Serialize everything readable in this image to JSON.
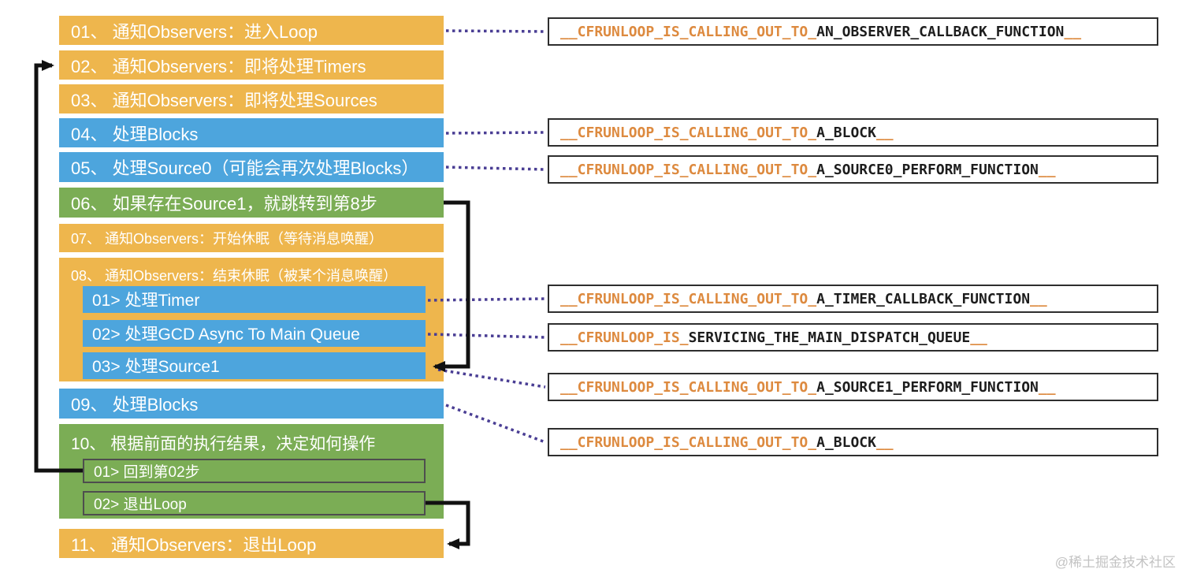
{
  "colors": {
    "step_yellow": "#eeb64d",
    "step_blue": "#4da5dd",
    "step_green": "#7bad55",
    "callout_prefix_orange": "#dd8a3f",
    "callout_text_dark": "#1d1d1d",
    "dotted_connector": "#4a3e94",
    "solid_arrow": "#111111"
  },
  "steps": [
    {
      "label": "01、 通知Observers：进入Loop"
    },
    {
      "label": "02、 通知Observers：即将处理Timers"
    },
    {
      "label": "03、 通知Observers：即将处理Sources"
    },
    {
      "label": "04、 处理Blocks"
    },
    {
      "label": "05、 处理Source0（可能会再次处理Blocks）"
    },
    {
      "label": "06、 如果存在Source1，就跳转到第8步"
    },
    {
      "label": "07、 通知Observers：开始休眠（等待消息唤醒）"
    },
    {
      "label": "08、 通知Observers：结束休眠（被某个消息唤醒）"
    },
    {
      "label": "01>  处理Timer"
    },
    {
      "label": "02>  处理GCD Async To Main Queue"
    },
    {
      "label": "03>  处理Source1"
    },
    {
      "label": "09、 处理Blocks"
    },
    {
      "label": "10、 根据前面的执行结果，决定如何操作"
    },
    {
      "label": "01>  回到第02步"
    },
    {
      "label": "02>  退出Loop"
    },
    {
      "label": "11、 通知Observers：退出Loop"
    }
  ],
  "callouts": [
    {
      "prefix": "__CFRUNLOOP_IS_CALLING_OUT_TO_",
      "name": "AN_OBSERVER_CALLBACK_FUNCTION",
      "suffix": "__"
    },
    {
      "prefix": "__CFRUNLOOP_IS_CALLING_OUT_TO_",
      "name": "A_BLOCK",
      "suffix": "__"
    },
    {
      "prefix": "__CFRUNLOOP_IS_CALLING_OUT_TO_",
      "name": "A_SOURCE0_PERFORM_FUNCTION",
      "suffix": "__"
    },
    {
      "prefix": "__CFRUNLOOP_IS_CALLING_OUT_TO_",
      "name": "A_TIMER_CALLBACK_FUNCTION",
      "suffix": "__"
    },
    {
      "prefix": "__CFRUNLOOP_IS_",
      "name": "SERVICING_THE_MAIN_DISPATCH_QUEUE",
      "suffix": "__"
    },
    {
      "prefix": "__CFRUNLOOP_IS_CALLING_OUT_TO_",
      "name": "A_SOURCE1_PERFORM_FUNCTION",
      "suffix": "__"
    },
    {
      "prefix": "__CFRUNLOOP_IS_CALLING_OUT_TO_",
      "name": "A_BLOCK",
      "suffix": "__"
    }
  ],
  "connections": {
    "dotted": [
      {
        "from": "step-01",
        "to": "callout-observer-callback"
      },
      {
        "from": "step-04",
        "to": "callout-a-block-1"
      },
      {
        "from": "step-05",
        "to": "callout-source0-perform"
      },
      {
        "from": "step-08-sub-01-timer",
        "to": "callout-timer-callback"
      },
      {
        "from": "step-08-sub-02-gcd",
        "to": "callout-main-dispatch-queue"
      },
      {
        "from": "step-08-sub-03-source1",
        "to": "callout-source1-perform"
      },
      {
        "from": "step-09",
        "to": "callout-a-block-2"
      }
    ],
    "solid_arrows": [
      {
        "from": "step-10-sub-01-back-to-02",
        "to": "step-02"
      },
      {
        "from": "step-06",
        "to": "step-08-sub-03-source1"
      },
      {
        "from": "step-10-sub-02-exit-loop",
        "to": "step-11"
      }
    ]
  },
  "watermark": "@稀土掘金技术社区"
}
